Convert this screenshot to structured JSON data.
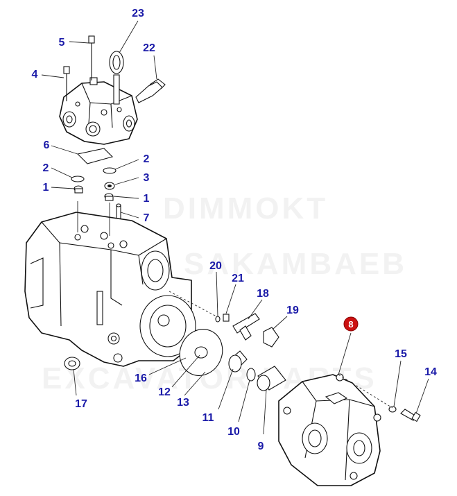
{
  "callouts": [
    {
      "id": "23",
      "label": "23"
    },
    {
      "id": "5",
      "label": "5"
    },
    {
      "id": "22",
      "label": "22"
    },
    {
      "id": "4",
      "label": "4"
    },
    {
      "id": "6",
      "label": "6"
    },
    {
      "id": "2a",
      "label": "2"
    },
    {
      "id": "2b",
      "label": "2"
    },
    {
      "id": "3",
      "label": "3"
    },
    {
      "id": "1a",
      "label": "1"
    },
    {
      "id": "1b",
      "label": "1"
    },
    {
      "id": "7",
      "label": "7"
    },
    {
      "id": "20",
      "label": "20"
    },
    {
      "id": "21",
      "label": "21"
    },
    {
      "id": "18",
      "label": "18"
    },
    {
      "id": "19",
      "label": "19"
    },
    {
      "id": "8",
      "label": "8",
      "highlighted": true
    },
    {
      "id": "15",
      "label": "15"
    },
    {
      "id": "14",
      "label": "14"
    },
    {
      "id": "16",
      "label": "16"
    },
    {
      "id": "12",
      "label": "12"
    },
    {
      "id": "13",
      "label": "13"
    },
    {
      "id": "11",
      "label": "11"
    },
    {
      "id": "10",
      "label": "10"
    },
    {
      "id": "9",
      "label": "9"
    },
    {
      "id": "17",
      "label": "17"
    }
  ],
  "watermark": [
    "DIMMOKT",
    "SAKAMBAEB",
    "EXCAVATOR PARTS"
  ],
  "colors": {
    "callout_text": "#1a1aa8",
    "highlight_fill": "#cc1111",
    "line": "#111111",
    "background": "#ffffff"
  }
}
